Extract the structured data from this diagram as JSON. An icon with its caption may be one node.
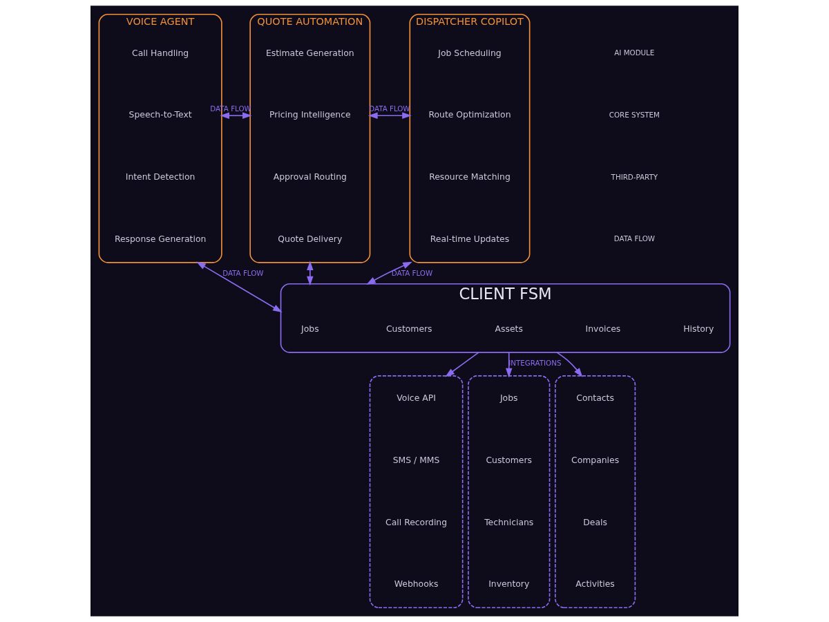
{
  "diagram": {
    "nodes": [
      {
        "text": [
          "VOICE AGENT"
        ]
      },
      {
        "text": [
          "Call Handling"
        ],
        "in": 0
      },
      {
        "text": [
          "Speech-to-Text"
        ],
        "in": 0
      },
      {
        "text": [
          "Intent Detection"
        ],
        "in": 0
      },
      {
        "text": [
          "Response Generation"
        ],
        "in": 0
      },
      {
        "text": [
          "QUOTE AUTOMATION"
        ]
      },
      {
        "text": [
          "Estimate Generation"
        ],
        "in": 5
      },
      {
        "text": [
          "Pricing Intelligence"
        ],
        "in": 5
      },
      {
        "text": [
          "Approval Routing"
        ],
        "in": 5
      },
      {
        "text": [
          "Quote Delivery"
        ],
        "in": 5
      },
      {
        "text": [
          "DISPATCHER COPILOT"
        ]
      },
      {
        "text": [
          "Job Scheduling"
        ],
        "in": 10
      },
      {
        "text": [
          "Route Optimization"
        ],
        "in": 10
      },
      {
        "text": [
          "Resource Matching"
        ],
        "in": 10
      },
      {
        "text": [
          "Real-time Updates"
        ],
        "in": 10
      },
      {
        "text": [
          "CLIENT FSM"
        ]
      },
      {
        "text": [
          "Jobs"
        ],
        "in": 15
      },
      {
        "text": [
          "Customers"
        ],
        "in": 15
      },
      {
        "text": [
          "Assets"
        ],
        "in": 15
      },
      {
        "text": [
          "Invoices"
        ],
        "in": 15
      },
      {
        "text": [
          "History"
        ],
        "in": 15
      },
      {
        "text": [],
        "shape": "box"
      },
      {
        "text": [
          "Voice API"
        ],
        "in": 21
      },
      {
        "text": [
          "SMS / MMS"
        ],
        "in": 21
      },
      {
        "text": [
          "Call Recording"
        ],
        "in": 21
      },
      {
        "text": [
          "Webhooks"
        ],
        "in": 21
      },
      {
        "text": [],
        "shape": "box"
      },
      {
        "text": [
          "Jobs"
        ],
        "in": 26
      },
      {
        "text": [
          "Customers"
        ],
        "in": 26
      },
      {
        "text": [
          "Technicians"
        ],
        "in": 26
      },
      {
        "text": [
          "Inventory"
        ],
        "in": 26
      },
      {
        "text": [],
        "shape": "box"
      },
      {
        "text": [
          "Contacts"
        ],
        "in": 31
      },
      {
        "text": [
          "Companies"
        ],
        "in": 31
      },
      {
        "text": [
          "Deals"
        ],
        "in": 31
      },
      {
        "text": [
          "Activities"
        ],
        "in": 31
      }
    ],
    "edges": [
      {
        "from": 0,
        "to": 5,
        "arrow": "both",
        "label": "DATA FLOW"
      },
      {
        "from": 5,
        "to": 10,
        "arrow": "both",
        "label": "DATA FLOW"
      },
      {
        "from": 0,
        "to": 15,
        "arrow": "both",
        "label": "DATA FLOW"
      },
      {
        "from": 5,
        "to": 15,
        "arrow": "both"
      },
      {
        "from": 10,
        "to": 15,
        "arrow": "both",
        "label": "DATA FLOW"
      },
      {
        "from": 15,
        "to": 21,
        "arrow": "to"
      },
      {
        "from": 15,
        "to": 26,
        "arrow": "to",
        "label": "INTEGRATIONS"
      },
      {
        "from": 15,
        "to": 31,
        "arrow": "to"
      }
    ],
    "legend": [
      {
        "text": "AI MODULE"
      },
      {
        "text": "CORE SYSTEM"
      },
      {
        "text": "THIRD-PARTY"
      },
      {
        "text": "DATA FLOW"
      }
    ]
  }
}
